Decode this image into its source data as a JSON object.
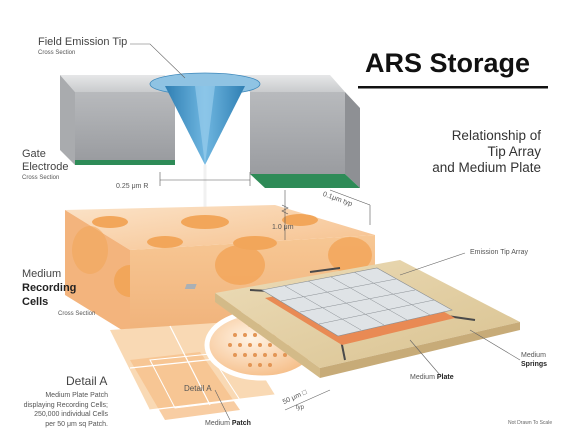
{
  "title": "ARS Storage",
  "subtitle_lines": [
    "Relationship of",
    "Tip Array",
    "and Medium Plate"
  ],
  "labels": {
    "field_emission_tip": "Field Emission Tip",
    "field_emission_tip_sub": "Cross Section",
    "gate_line1": "Gate",
    "gate_line2": "Electrode",
    "gate_sub": "Cross Section",
    "dim_radius": "0.25 μm R",
    "dim_gap": "1.0 μm",
    "dim_thickness": "0.1μm typ",
    "medium_line1": "Medium",
    "medium_line2": "Recording",
    "medium_line3": "Cells",
    "medium_sub": "Cross Section",
    "emission_tip_array": "Emission Tip Array",
    "medium_plate_pre": "Medium",
    "medium_plate_bold": "Plate",
    "medium_springs_line1": "Medium",
    "medium_springs_line2": "Springs",
    "detail_a_title": "Detail A",
    "detail_a_desc": [
      "Medium Plate Patch",
      "displaying Recording Cells;",
      "250,000 individual Cells",
      "per 50 μm sq Patch."
    ],
    "detail_a_inner": "Detail A",
    "medium_patch_pre": "Medium",
    "medium_patch_bold": "Patch",
    "dim_patch": "50 μm □",
    "dim_patch_typ": "typ",
    "not_to_scale": "Not Drawn To Scale"
  },
  "colors": {
    "block_gray": "#c9cbcd",
    "tip_blue": "#4f9fd0",
    "electrode_green": "#2e8b57",
    "medium_orange": "#f6c08c",
    "cell_orange": "#f2a65a",
    "plate_wood": "#e2cfa5",
    "array_silver": "#cfd3d6",
    "spring_dark": "#4a4a4a"
  }
}
